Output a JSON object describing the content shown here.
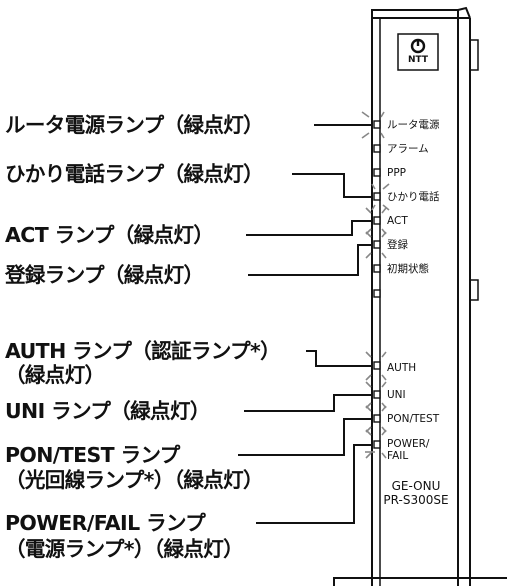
{
  "callouts": {
    "router_power": "ルータ電源ランプ（緑点灯）",
    "hikari_phone": "ひかり電話ランプ（緑点灯）",
    "act": "ACT ランプ（緑点灯）",
    "registration": "登録ランプ（緑点灯）",
    "auth_line1": "AUTH ランプ（認証ランプ*）",
    "auth_line2": "（緑点灯）",
    "uni": "UNI ランプ（緑点灯）",
    "pon_line1": "PON/TEST ランプ",
    "pon_line2": "（光回線ランプ*）（緑点灯）",
    "power_line1": "POWER/FAIL ランプ",
    "power_line2": "（電源ランプ*）（緑点灯）"
  },
  "panel": {
    "brand": "NTT",
    "logo_icon": "ntt-logo-icon",
    "labels": {
      "router_power": "ルータ電源",
      "alarm": "アラーム",
      "ppp": "PPP",
      "hikari_phone": "ひかり電話",
      "act": "ACT",
      "registration": "登録",
      "initial_state": "初期状態",
      "auth": "AUTH",
      "uni": "UNI",
      "pon_test": "PON/TEST",
      "power_fail_1": "POWER/",
      "power_fail_2": "FAIL"
    },
    "model_line1": "GE-ONU",
    "model_line2": "PR-S300SE"
  }
}
